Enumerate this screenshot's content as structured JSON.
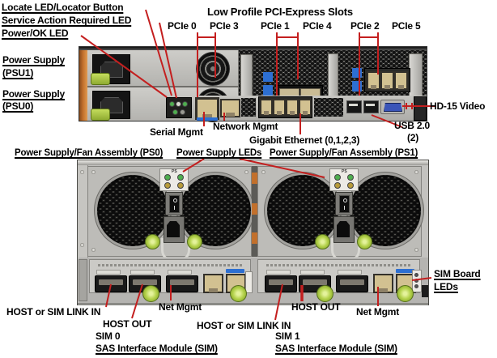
{
  "callouts": {
    "locate": "Locate LED/Locator Button",
    "service_action": "Service Action Required LED",
    "power_ok": "Power/OK LED",
    "pci_heading": "Low Profile PCI-Express Slots",
    "pcie": [
      "PCIe 0",
      "PCIe 3",
      "PCIe 1",
      "PCIe 4",
      "PCIe 2",
      "PCIe 5"
    ],
    "psu1_line1": "Power Supply",
    "psu1_line2": "(PSU1)",
    "psu0_line1": "Power Supply",
    "psu0_line2": "(PSU0)",
    "serial_mgmt": "Serial Mgmt",
    "network_mgmt": "Network Mgmt",
    "gigabit_ethernet": "Gigabit Ethernet (0,1,2,3)",
    "hd15_video": "HD-15 Video",
    "usb_line1": "USB 2.0",
    "usb_line2": "(2)",
    "ps0": "Power Supply/Fan Assembly (PS0)",
    "ps_leds": "Power Supply LEDs",
    "ps1": "Power Supply/Fan Assembly (PS1)",
    "sim0": {
      "host_link": "HOST or SIM LINK IN",
      "host_out": "HOST OUT",
      "net_mgmt": "Net Mgmt",
      "name": "SIM 0",
      "module": "SAS Interface Module (SIM)"
    },
    "sim1": {
      "host_out": "HOST OUT",
      "net_mgmt": "Net Mgmt",
      "host_link": "HOST or SIM LINK IN",
      "name": "SIM 1",
      "module": "SAS Interface Module (SIM)"
    },
    "sim_board_leds_line1": "SIM Board",
    "sim_board_leds_line2": "LEDs"
  },
  "micro": {
    "ps": "PS"
  },
  "colors": {
    "callout_line": "#c41f1f",
    "label_text": "#000000",
    "chassis_light": "#c8c7c4",
    "chassis_dark": "#3c3c3c",
    "orange_latch": "#c2702c",
    "green_clip": "#a8c83c",
    "blue_tag": "#2d6fd2",
    "port_tan": "#d2c191",
    "vga_blue": "#3a55b8",
    "led_green": "#4fae4f",
    "led_amber": "#b89b3a"
  }
}
